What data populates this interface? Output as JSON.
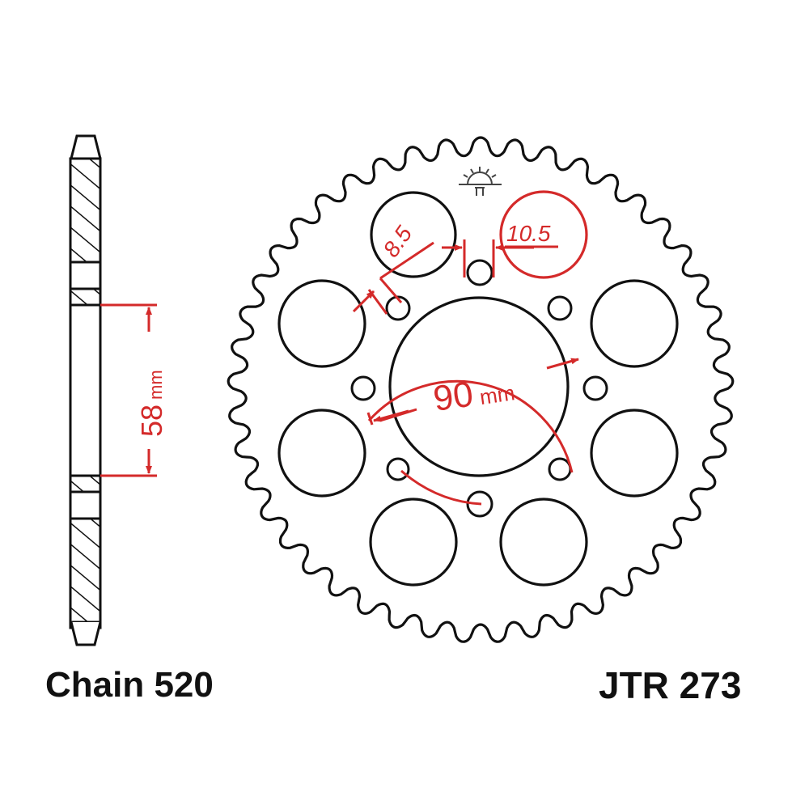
{
  "title": "Rear sprocket technical drawing",
  "colors": {
    "line": "#111111",
    "dimension": "#d42a2a",
    "background": "#ffffff"
  },
  "labels": {
    "chain": "Chain 520",
    "part_number": "JTR 273"
  },
  "dimensions": {
    "center_bore_spacing": "58",
    "center_bore_spacing_unit": "mm",
    "pcd": "90",
    "pcd_unit": "mm",
    "bolt_hole_small": "8.5",
    "bolt_hole_large": "10.5"
  },
  "sprocket": {
    "teeth": 45,
    "lightening_holes": 8,
    "bolt_holes": 8,
    "logo_icon": "sun-logo-icon"
  }
}
